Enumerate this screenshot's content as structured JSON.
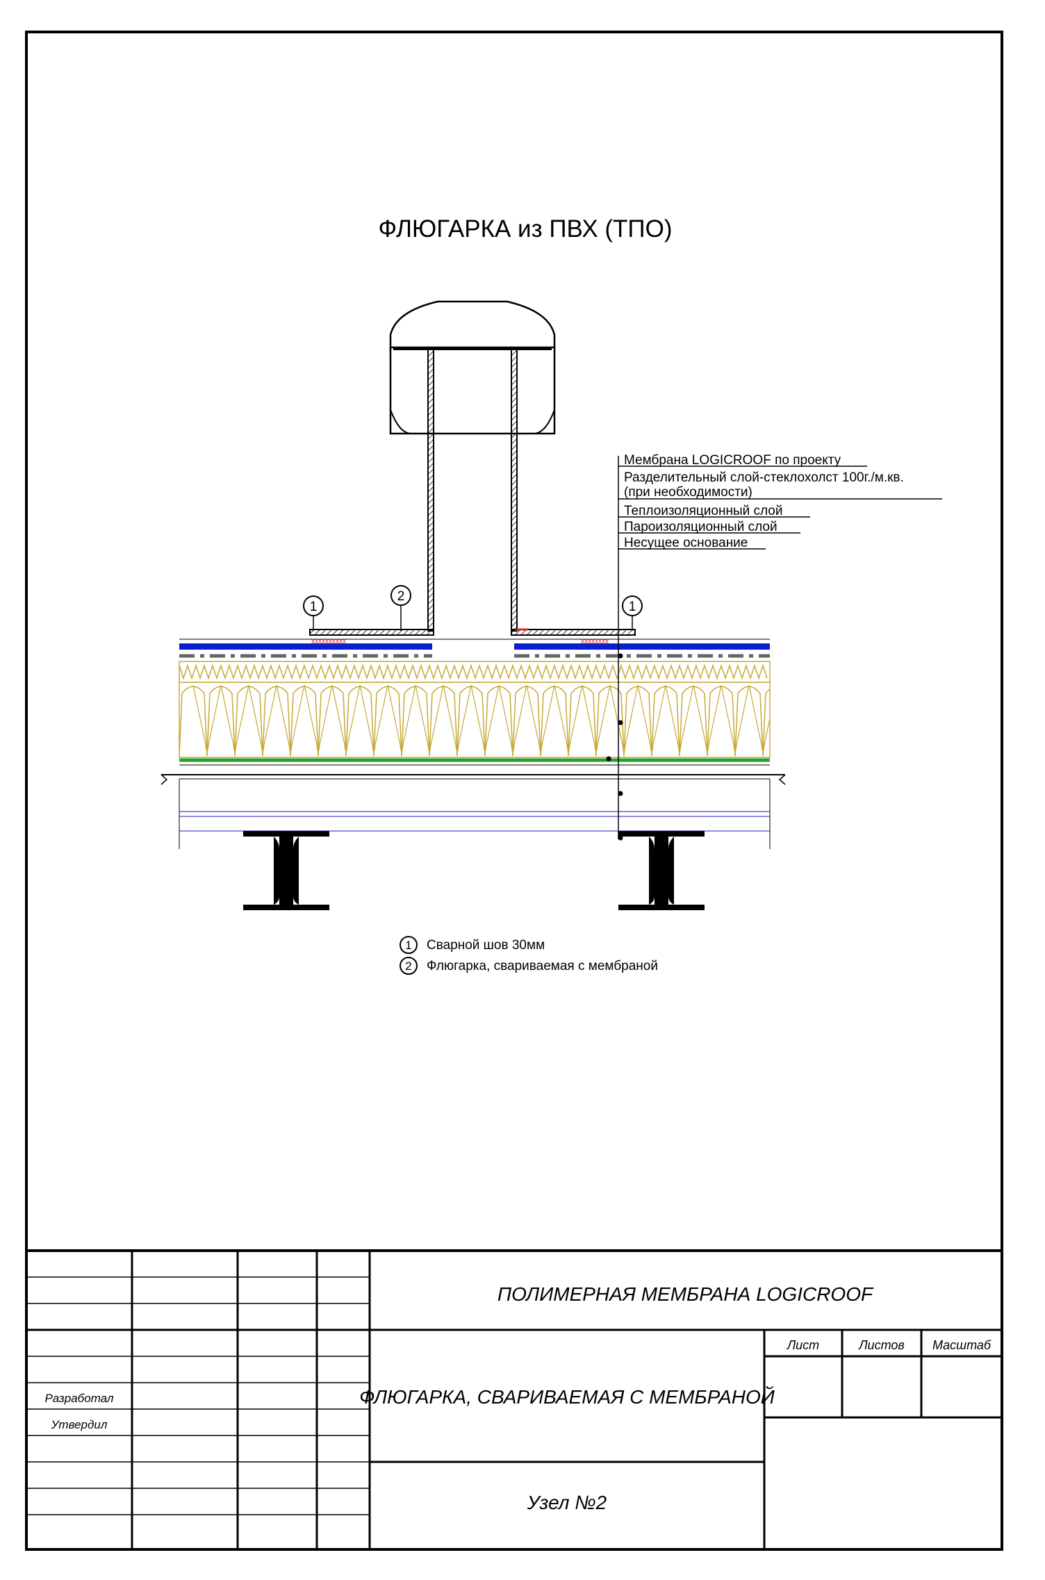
{
  "drawing": {
    "title": "ФЛЮГАРКА из ПВХ (ТПО)",
    "layers": [
      "Мембрана LOGICROOF по проекту",
      "Разделительный слой-стеклохолст  100г./м.кв.",
      "(при необходимости)",
      "Теплоизоляционный слой",
      "Пароизоляционный слой",
      "Несущее основание"
    ],
    "callouts": [
      "1",
      "2",
      "1"
    ],
    "legend": [
      {
        "num": "1",
        "text": "Сварной шов 30мм"
      },
      {
        "num": "2",
        "text": "Флюгарка, свариваемая с мембраной"
      }
    ],
    "colors": {
      "membrane": "#0a1fd0",
      "insulation": "#c8a838",
      "vapour_barrier": "#2aa02a",
      "deck": "#6a6acc",
      "weld": "#e02020",
      "line": "#000000"
    }
  },
  "stamp": {
    "company": "ПОЛИМЕРНАЯ МЕМБРАНА LOGICROOF",
    "drawing_name": "ФЛЮГАРКА, СВАРИВАЕМАЯ С МЕМБРАНОЙ",
    "node": "Узел №2",
    "developed": "Разработал",
    "approved": "Утвердил",
    "sheet": "Лист",
    "sheets": "Листов",
    "scale": "Масштаб"
  }
}
